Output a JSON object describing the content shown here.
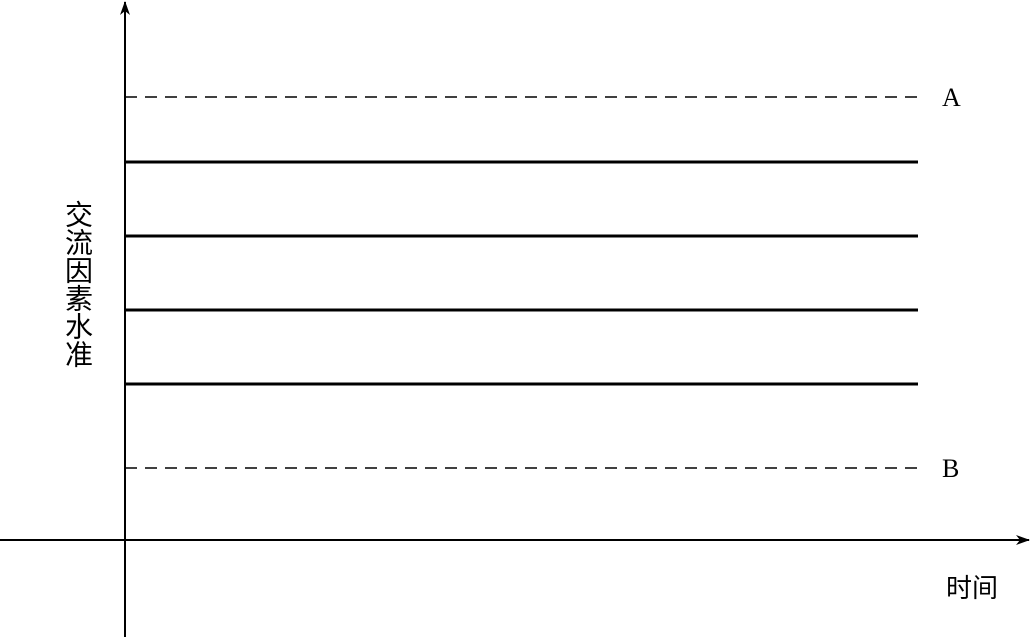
{
  "diagram": {
    "y_axis_label": "交流因素水准",
    "x_axis_label": "时间",
    "upper_limit_label": "A",
    "lower_limit_label": "B",
    "solid_level_count": 4
  }
}
